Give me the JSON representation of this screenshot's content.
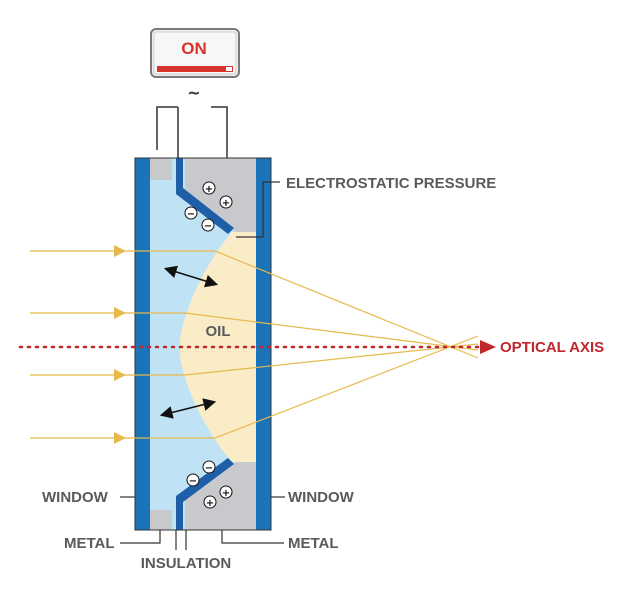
{
  "switch": {
    "label": "ON"
  },
  "source": {
    "symbol": "~"
  },
  "labels": {
    "electrostatic_pressure": "ELECTROSTATIC PRESSURE",
    "optical_axis": "OPTICAL AXIS",
    "oil": "OIL",
    "window_left": "WINDOW",
    "window_right": "WINDOW",
    "metal_left": "METAL",
    "metal_right": "METAL",
    "insulation": "INSULATION"
  },
  "charges": {
    "plus": "+",
    "minus": "−"
  },
  "colors": {
    "window_blue": "#1b73b9",
    "water_light_blue": "#bfe3f5",
    "oil_cream": "#fbecc8",
    "metal_gray": "#c8c9cc",
    "electrode_blue": "#1f5fa8",
    "ray_yellow": "#e6b94a",
    "axis_red": "#c0272d"
  }
}
